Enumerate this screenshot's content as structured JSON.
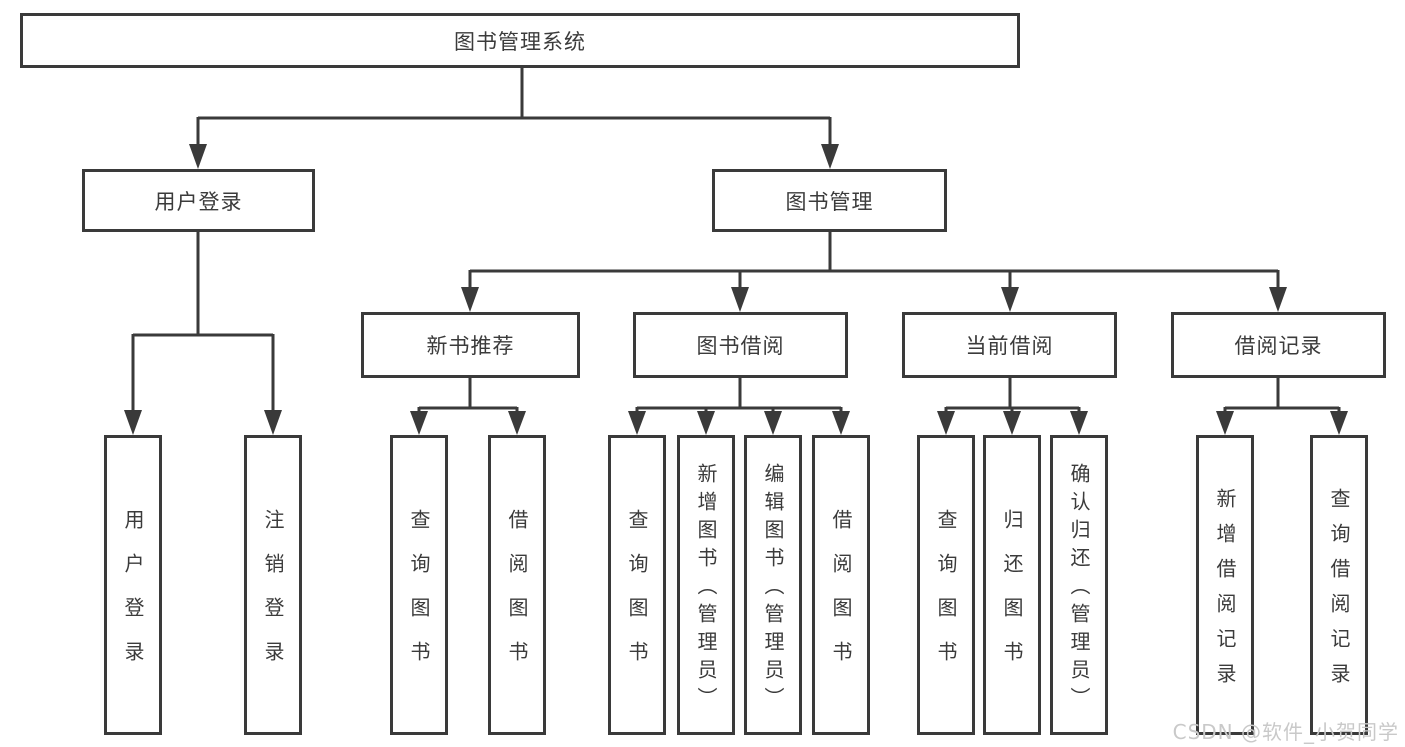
{
  "tree": {
    "label": "图书管理系统",
    "children": [
      {
        "label": "用户登录",
        "children": [
          {
            "label": "用户登录"
          },
          {
            "label": "注销登录"
          }
        ]
      },
      {
        "label": "图书管理",
        "children": [
          {
            "label": "新书推荐",
            "children": [
              {
                "label": "查询图书"
              },
              {
                "label": "借阅图书"
              }
            ]
          },
          {
            "label": "图书借阅",
            "children": [
              {
                "label": "查询图书"
              },
              {
                "label": "新增图书（管理员）"
              },
              {
                "label": "编辑图书（管理员）"
              },
              {
                "label": "借阅图书"
              }
            ]
          },
          {
            "label": "当前借阅",
            "children": [
              {
                "label": "查询图书"
              },
              {
                "label": "归还图书"
              },
              {
                "label": "确认归还（管理员）"
              }
            ]
          },
          {
            "label": "借阅记录",
            "children": [
              {
                "label": "新增借阅记录"
              },
              {
                "label": "查询借阅记录"
              }
            ]
          }
        ]
      }
    ]
  },
  "watermark": {
    "text": "CSDN @软件_小贺同学"
  },
  "colors": {
    "line": "#3a3a3a",
    "box_border": "#3a3a3a",
    "box_bg": "#ffffff",
    "text": "#3b3b3b",
    "watermark": "#c9c9c9"
  }
}
